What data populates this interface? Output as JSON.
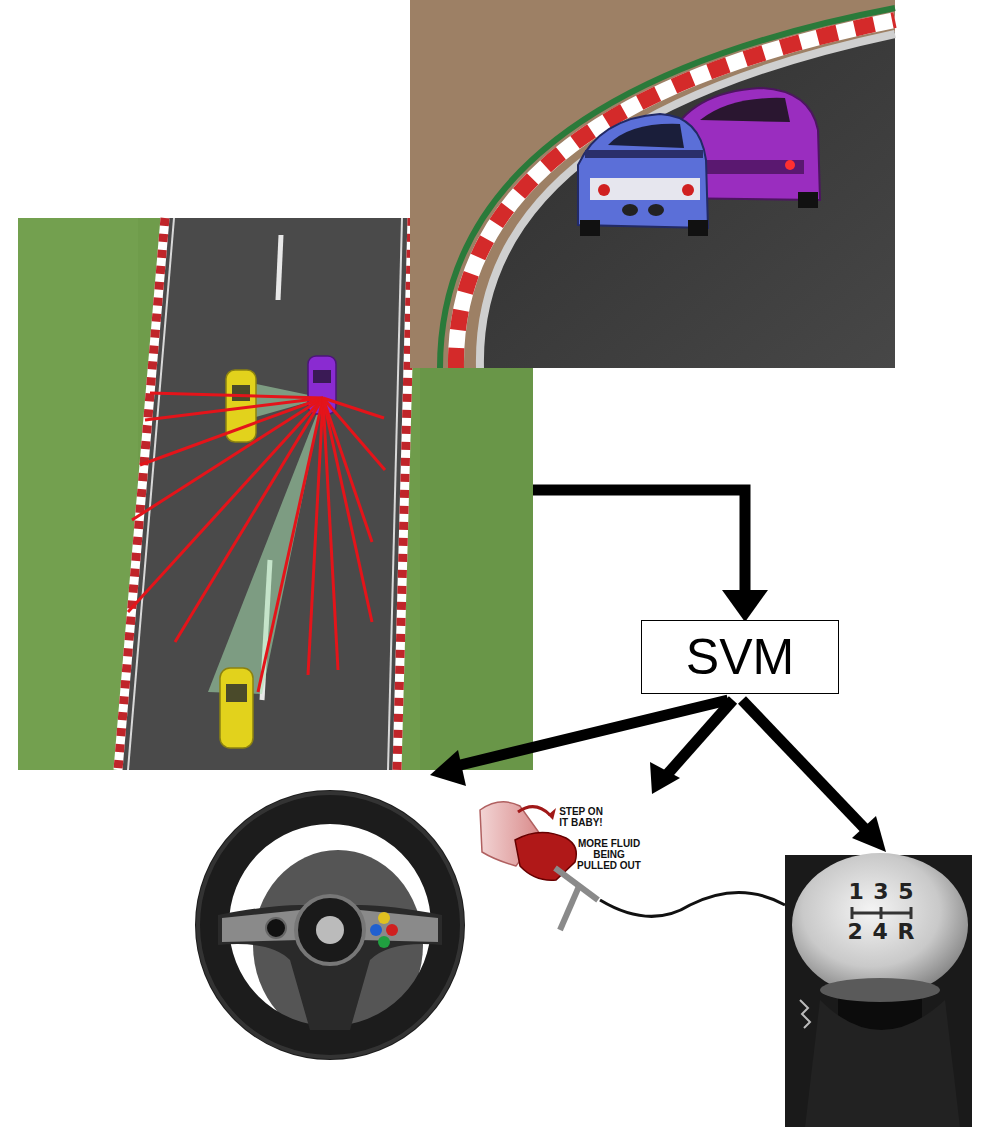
{
  "diagram": {
    "nodes": [
      {
        "text": [
          "SVM"
        ]
      }
    ],
    "labels": [
      "STEP ON IT BABY!",
      "MORE FLUID BEING PULLED OUT",
      "1 3 5",
      "2 4 R"
    ]
  }
}
